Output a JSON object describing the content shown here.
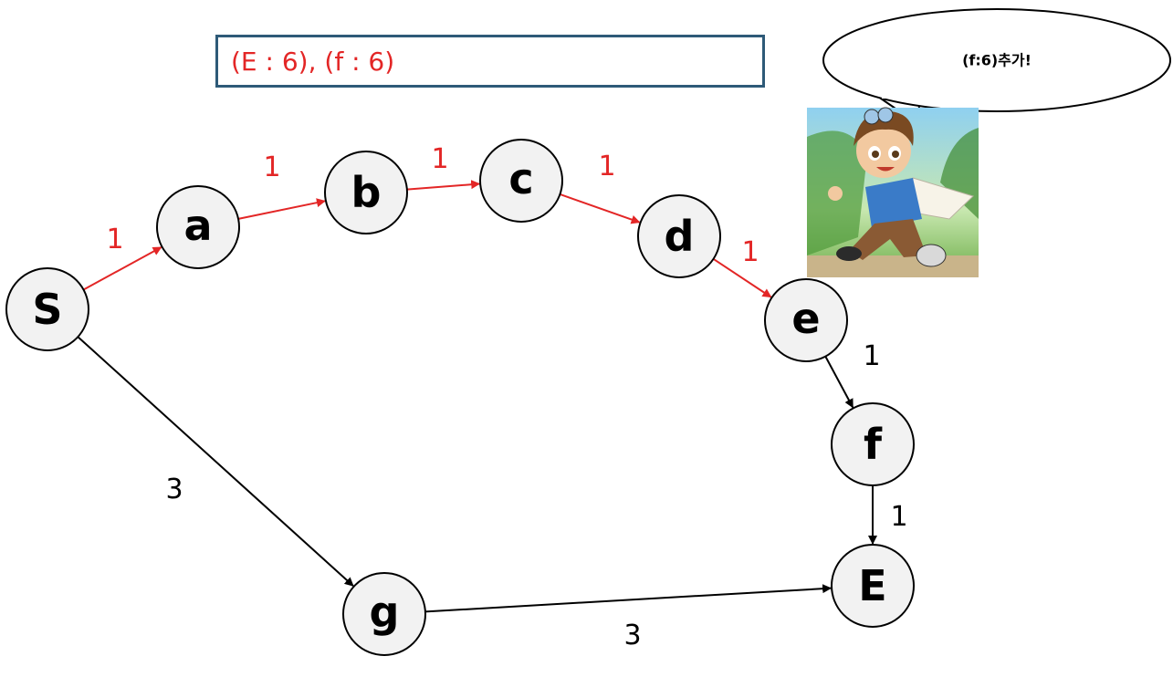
{
  "status_box": {
    "text": "(E : 6), (f : 6)"
  },
  "speech_bubble": {
    "text": "(f:6)추가!"
  },
  "colors": {
    "highlight": "#e32626",
    "default": "#000000",
    "node_fill": "#f2f2f2",
    "box_border": "#2e5a78"
  },
  "nodes": [
    {
      "id": "S",
      "label": "S"
    },
    {
      "id": "a",
      "label": "a"
    },
    {
      "id": "b",
      "label": "b"
    },
    {
      "id": "c",
      "label": "c"
    },
    {
      "id": "d",
      "label": "d"
    },
    {
      "id": "e",
      "label": "e"
    },
    {
      "id": "f",
      "label": "f"
    },
    {
      "id": "E",
      "label": "E"
    },
    {
      "id": "g",
      "label": "g"
    }
  ],
  "edges": [
    {
      "from": "S",
      "to": "a",
      "weight": "1",
      "highlighted": true
    },
    {
      "from": "a",
      "to": "b",
      "weight": "1",
      "highlighted": true
    },
    {
      "from": "b",
      "to": "c",
      "weight": "1",
      "highlighted": true
    },
    {
      "from": "c",
      "to": "d",
      "weight": "1",
      "highlighted": true
    },
    {
      "from": "d",
      "to": "e",
      "weight": "1",
      "highlighted": true
    },
    {
      "from": "e",
      "to": "f",
      "weight": "1",
      "highlighted": false
    },
    {
      "from": "f",
      "to": "E",
      "weight": "1",
      "highlighted": false
    },
    {
      "from": "S",
      "to": "g",
      "weight": "3",
      "highlighted": false
    },
    {
      "from": "g",
      "to": "E",
      "weight": "3",
      "highlighted": false
    }
  ],
  "illustration": {
    "icon": "running-boy-with-paper-illustration"
  }
}
